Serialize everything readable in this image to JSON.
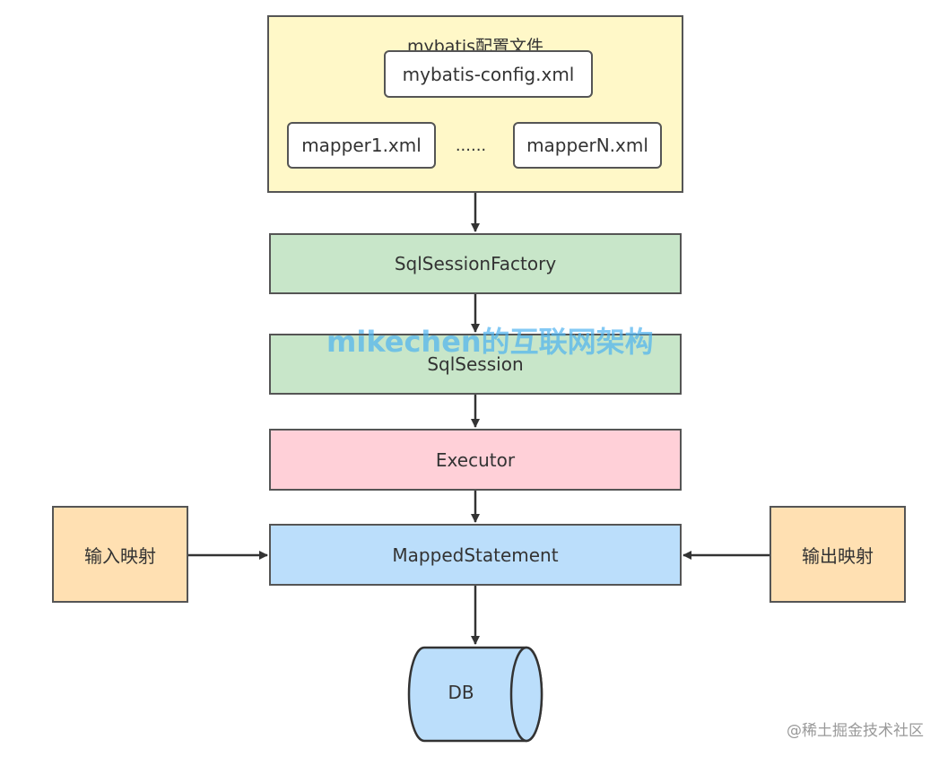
{
  "config": {
    "title": "mybatis配置文件",
    "config_file": "mybatis-config.xml",
    "mapper_first": "mapper1.xml",
    "ellipsis": "......",
    "mapper_last": "mapperN.xml"
  },
  "flow": {
    "factory": "SqlSessionFactory",
    "session": "SqlSession",
    "executor": "Executor",
    "mapped_statement": "MappedStatement",
    "db": "DB"
  },
  "side": {
    "input_mapping": "输入映射",
    "output_mapping": "输出映射"
  },
  "watermark": "mikechen的互联网架构",
  "credit": "@稀土掘金技术社区",
  "colors": {
    "config_bg": "#fff8c8",
    "session_bg": "#c8e6c9",
    "executor_bg": "#ffd0d8",
    "mapped_bg": "#bbdefb",
    "mapping_bg": "#ffe0b2",
    "db_bg": "#bbdefb"
  }
}
